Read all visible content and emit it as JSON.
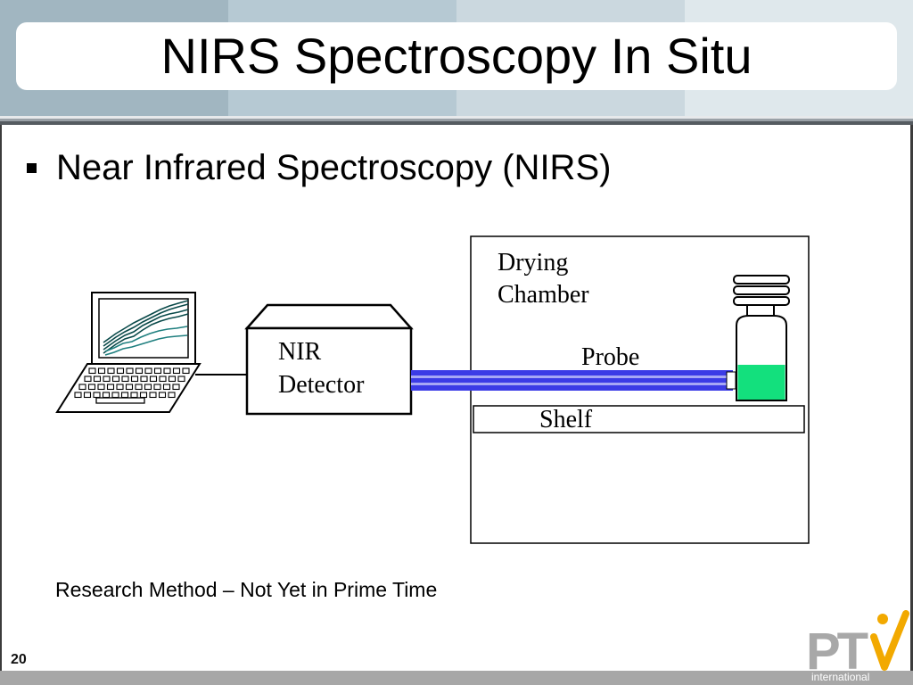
{
  "slide": {
    "title": "NIRS Spectroscopy In Situ",
    "bullet": "Near Infrared Spectroscopy (NIRS)",
    "caption": "Research Method – Not Yet in Prime Time",
    "page_number": "20"
  },
  "diagram": {
    "detector_line1": "NIR",
    "detector_line2": "Detector",
    "chamber_line1": "Drying",
    "chamber_line2": "Chamber",
    "probe_label": "Probe",
    "shelf_label": "Shelf"
  },
  "logo": {
    "letters": "PT",
    "subtitle": "international"
  },
  "colors": {
    "header_bands": [
      "#a1b6c1",
      "#b6c9d3",
      "#cbd8df",
      "#dfe8ec"
    ],
    "probe_blue": "#3b3be6",
    "probe_light": "#a7a7f5",
    "sample_liquid": "#13e07d",
    "logo_gray": "#a8a8a8",
    "logo_orange": "#f2a900"
  }
}
